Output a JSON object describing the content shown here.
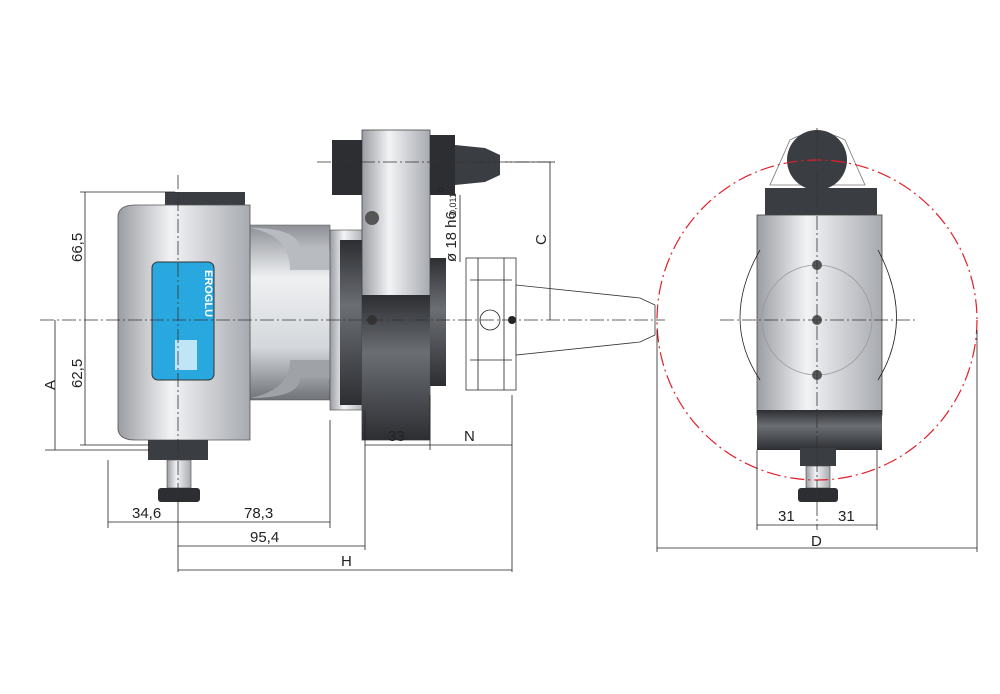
{
  "drawing": {
    "brand_label": "EROGLU",
    "shank_diameter": "ø 18 h6",
    "tolerance_upper": "0",
    "tolerance_lower": "-0,011",
    "dimensions": {
      "d66_5": "66,5",
      "d62_5": "62,5",
      "A": "A",
      "d34_6": "34,6",
      "d78_3": "78,3",
      "d95_4": "95,4",
      "H": "H",
      "d33": "33",
      "N": "N",
      "C": "C",
      "d31_left": "31",
      "d31_right": "31",
      "D": "D"
    },
    "colors": {
      "label": "#29a8e0",
      "body": "#c9ccd1",
      "dark": "#3a3d42",
      "swing_circle": "#e0202a"
    }
  }
}
